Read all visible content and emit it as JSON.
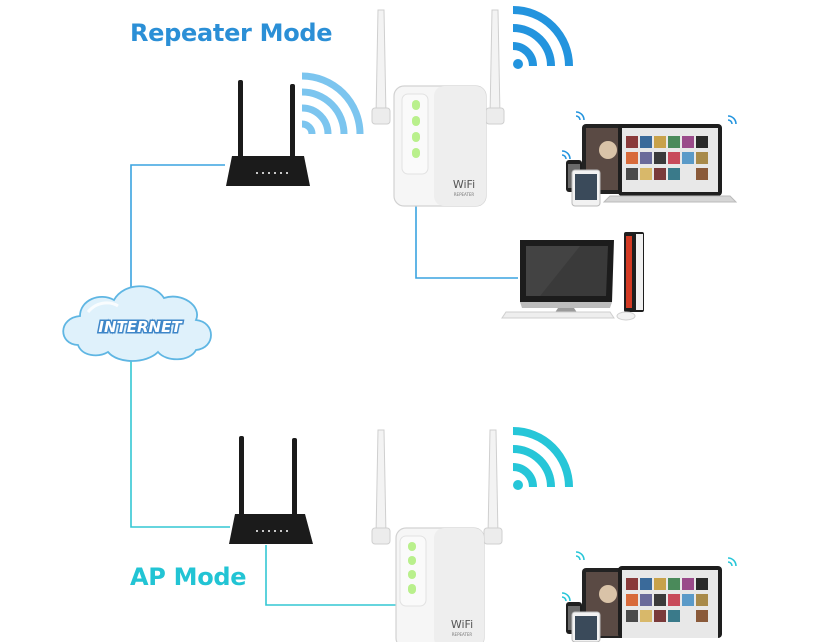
{
  "modes": {
    "repeater": {
      "title": "Repeater Mode"
    },
    "ap": {
      "title": "AP Mode"
    }
  },
  "internet": {
    "label": "INTERNET"
  },
  "device": {
    "brand": "WiFi",
    "subtitle": "REPEATER"
  },
  "colors": {
    "title_repeater": "#2b8fd6",
    "title_ap": "#22c4d4",
    "cable_repeater": "#3aa3e0",
    "cable_ap": "#34c7d4",
    "wifi_blue": "#2394de",
    "wifi_light": "#7cc5ef",
    "wifi_cyan": "#26c6d8",
    "cloud_fill": "#dff1fb",
    "cloud_stroke": "#5fb6e3",
    "router_body": "#1b1b1b",
    "led_green": "#b9f08c"
  }
}
